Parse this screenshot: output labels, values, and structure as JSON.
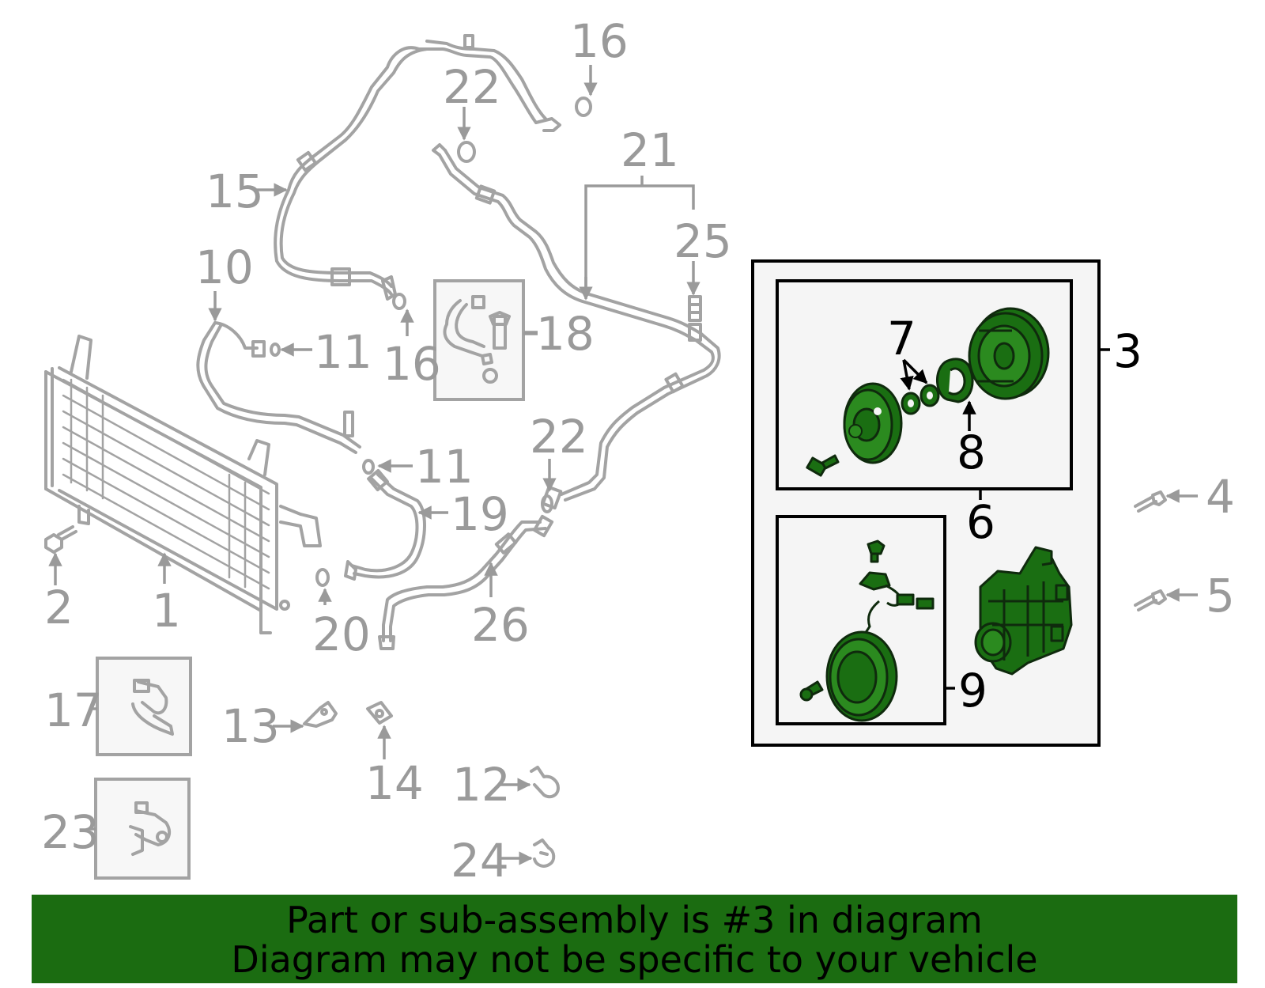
{
  "colors": {
    "highlight_green": "#1b6c11",
    "part_grey": "#a3a3a3",
    "label_grey": "#9a9a9a"
  },
  "labels": {
    "l1": "1",
    "l2": "2",
    "l3": "3",
    "l4": "4",
    "l5": "5",
    "l6": "6",
    "l7": "7",
    "l8": "8",
    "l9": "9",
    "l10": "10",
    "l11a": "11",
    "l11b": "11",
    "l12": "12",
    "l13": "13",
    "l14": "14",
    "l15": "15",
    "l16a": "16",
    "l16b": "16",
    "l17": "17",
    "l18": "18",
    "l19": "19",
    "l20": "20",
    "l21": "21",
    "l22a": "22",
    "l22b": "22",
    "l23": "23",
    "l24": "24",
    "l25": "25",
    "l26": "26"
  },
  "banner": {
    "line1": "Part or sub-assembly is #3 in diagram",
    "line2": "Diagram may not be specific to your vehicle"
  }
}
